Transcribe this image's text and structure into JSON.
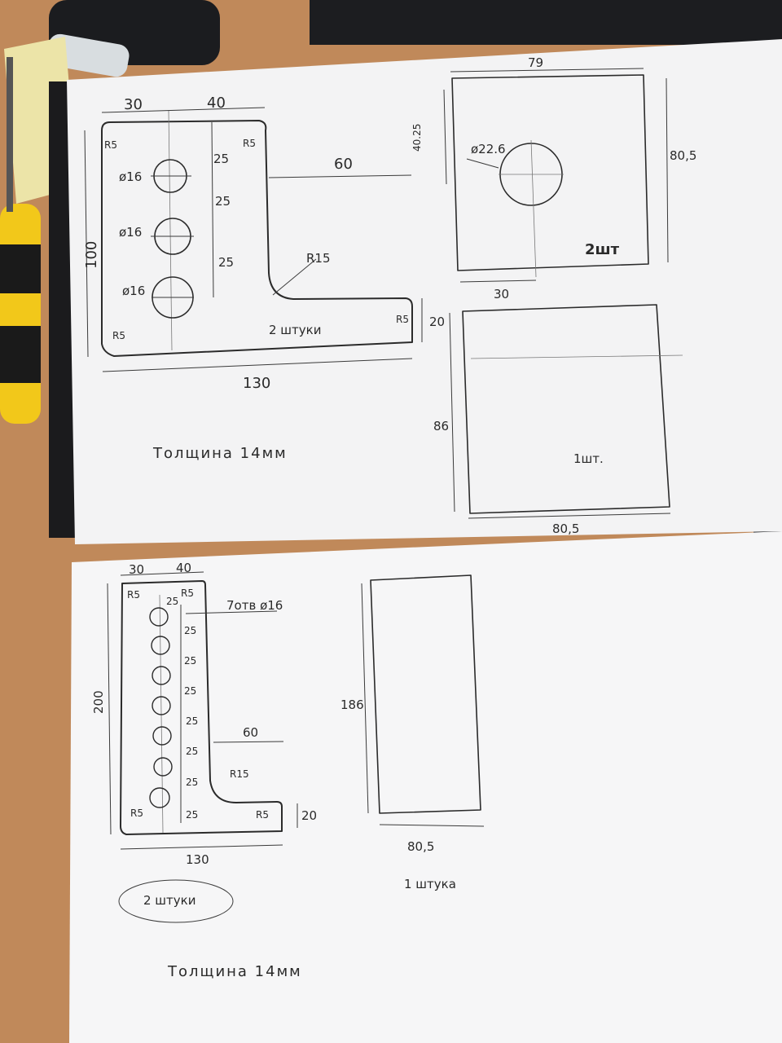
{
  "sheet1": {
    "bracket": {
      "dims": {
        "w30": "30",
        "w40": "40",
        "h100": "100",
        "d25a": "25",
        "d25b": "25",
        "d25c": "25",
        "leg60": "60",
        "h20": "20",
        "w130": "130"
      },
      "radii": {
        "r5_tl": "R5",
        "r5_tr": "R5",
        "r15": "R15",
        "r5_br": "R5",
        "r5_bl": "R5"
      },
      "holes": [
        "ø16",
        "ø16",
        "ø16"
      ],
      "quantity": "2 штуки"
    },
    "thickness_note": "Толщина 14мм",
    "plate_hole": {
      "w79": "79",
      "h40": "40.25",
      "hole": "ø22.6",
      "h80": "80,5",
      "w30": "30",
      "quantity": "2шт"
    },
    "plate_plain": {
      "h86": "86",
      "w80": "80,5",
      "quantity": "1шт."
    }
  },
  "sheet2": {
    "bracket": {
      "dims": {
        "w30": "30",
        "w40": "40",
        "h200": "200",
        "leg60": "60",
        "h20": "20",
        "w130": "130"
      },
      "spacings": [
        "25",
        "25",
        "25",
        "25",
        "25",
        "25",
        "25",
        "25"
      ],
      "radii": {
        "r5_tl": "R5",
        "r5_tr": "R5",
        "r15": "R15",
        "r5_br": "R5",
        "r5_bl": "R5"
      },
      "holes_note": "7отв ø16",
      "quantity": "2 штуки"
    },
    "plate": {
      "h186": "186",
      "w80": "80,5",
      "quantity": "1 штука"
    },
    "thickness_note": "Толщина 14мм"
  }
}
